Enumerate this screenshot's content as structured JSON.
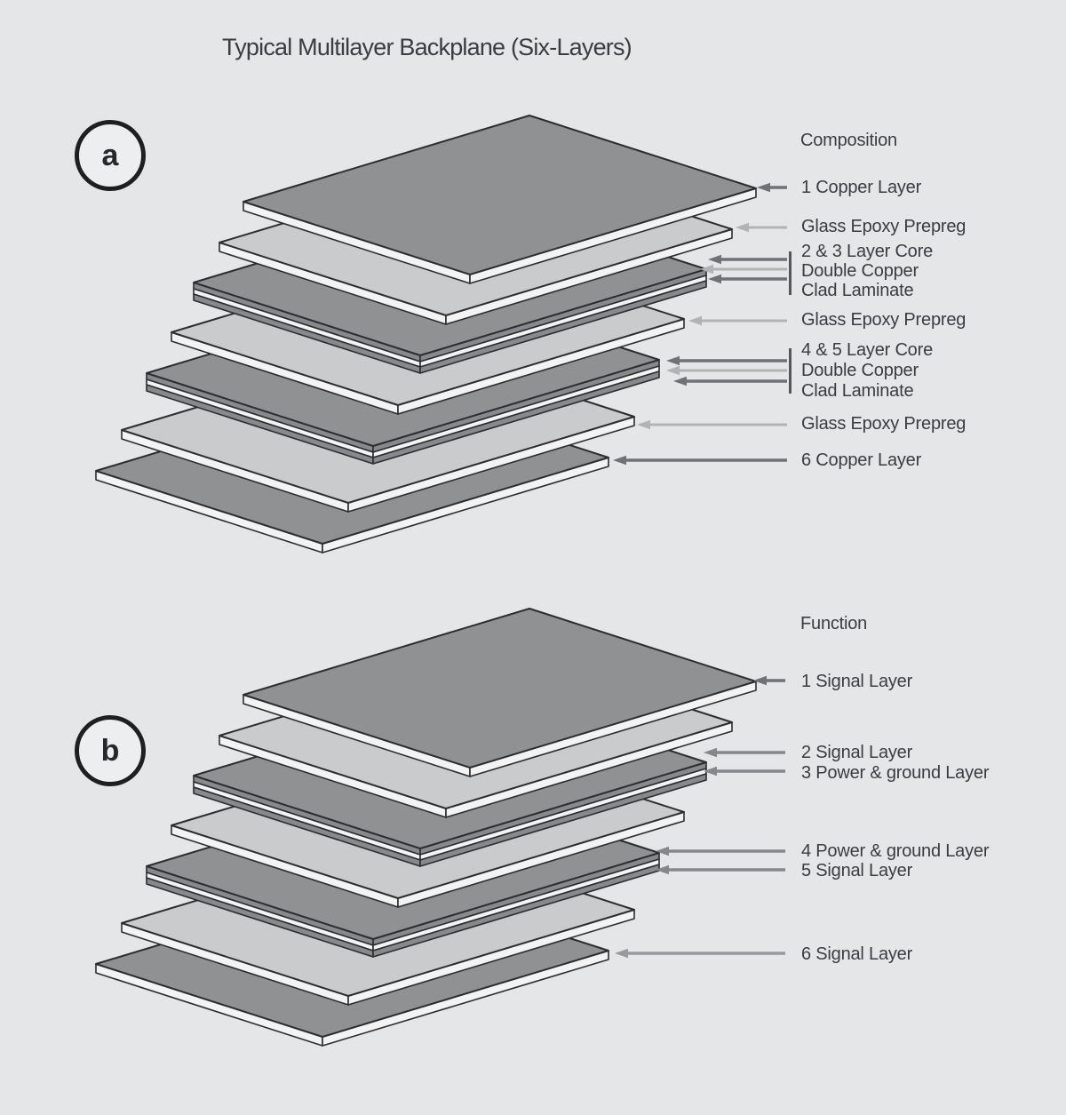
{
  "title": "Typical Multilayer Backplane (Six-Layers)",
  "palette": {
    "background": "#e5e6e8",
    "plate_top_dark": "#8f9193",
    "plate_top_light": "#cacbcd",
    "plate_side_light": "#f3f3f4",
    "core_stripe_dark": "#88898c",
    "outline": "#2c2d2f",
    "arrow_dark": "#6f7174",
    "arrow_mid": "#85878a",
    "arrow_mid2": "#97999c",
    "arrow_light": "#b1b3b5",
    "bar": "#55575a",
    "text": "#3b3c40"
  },
  "section_a": {
    "marker": "a",
    "header": "Composition",
    "labels": [
      "1 Copper Layer",
      "Glass Epoxy Prepreg",
      "2 & 3 Layer Core",
      "Double Copper",
      "Clad Laminate",
      "Glass Epoxy Prepreg",
      "4 & 5 Layer Core",
      "Double Copper",
      "Clad Laminate",
      "Glass Epoxy Prepreg",
      "6 Copper Layer"
    ]
  },
  "section_b": {
    "marker": "b",
    "header": "Function",
    "labels": [
      "1 Signal Layer",
      "2 Signal Layer",
      "3 Power & ground Layer",
      "4 Power & ground Layer",
      "5 Signal Layer",
      "6 Signal Layer"
    ]
  }
}
